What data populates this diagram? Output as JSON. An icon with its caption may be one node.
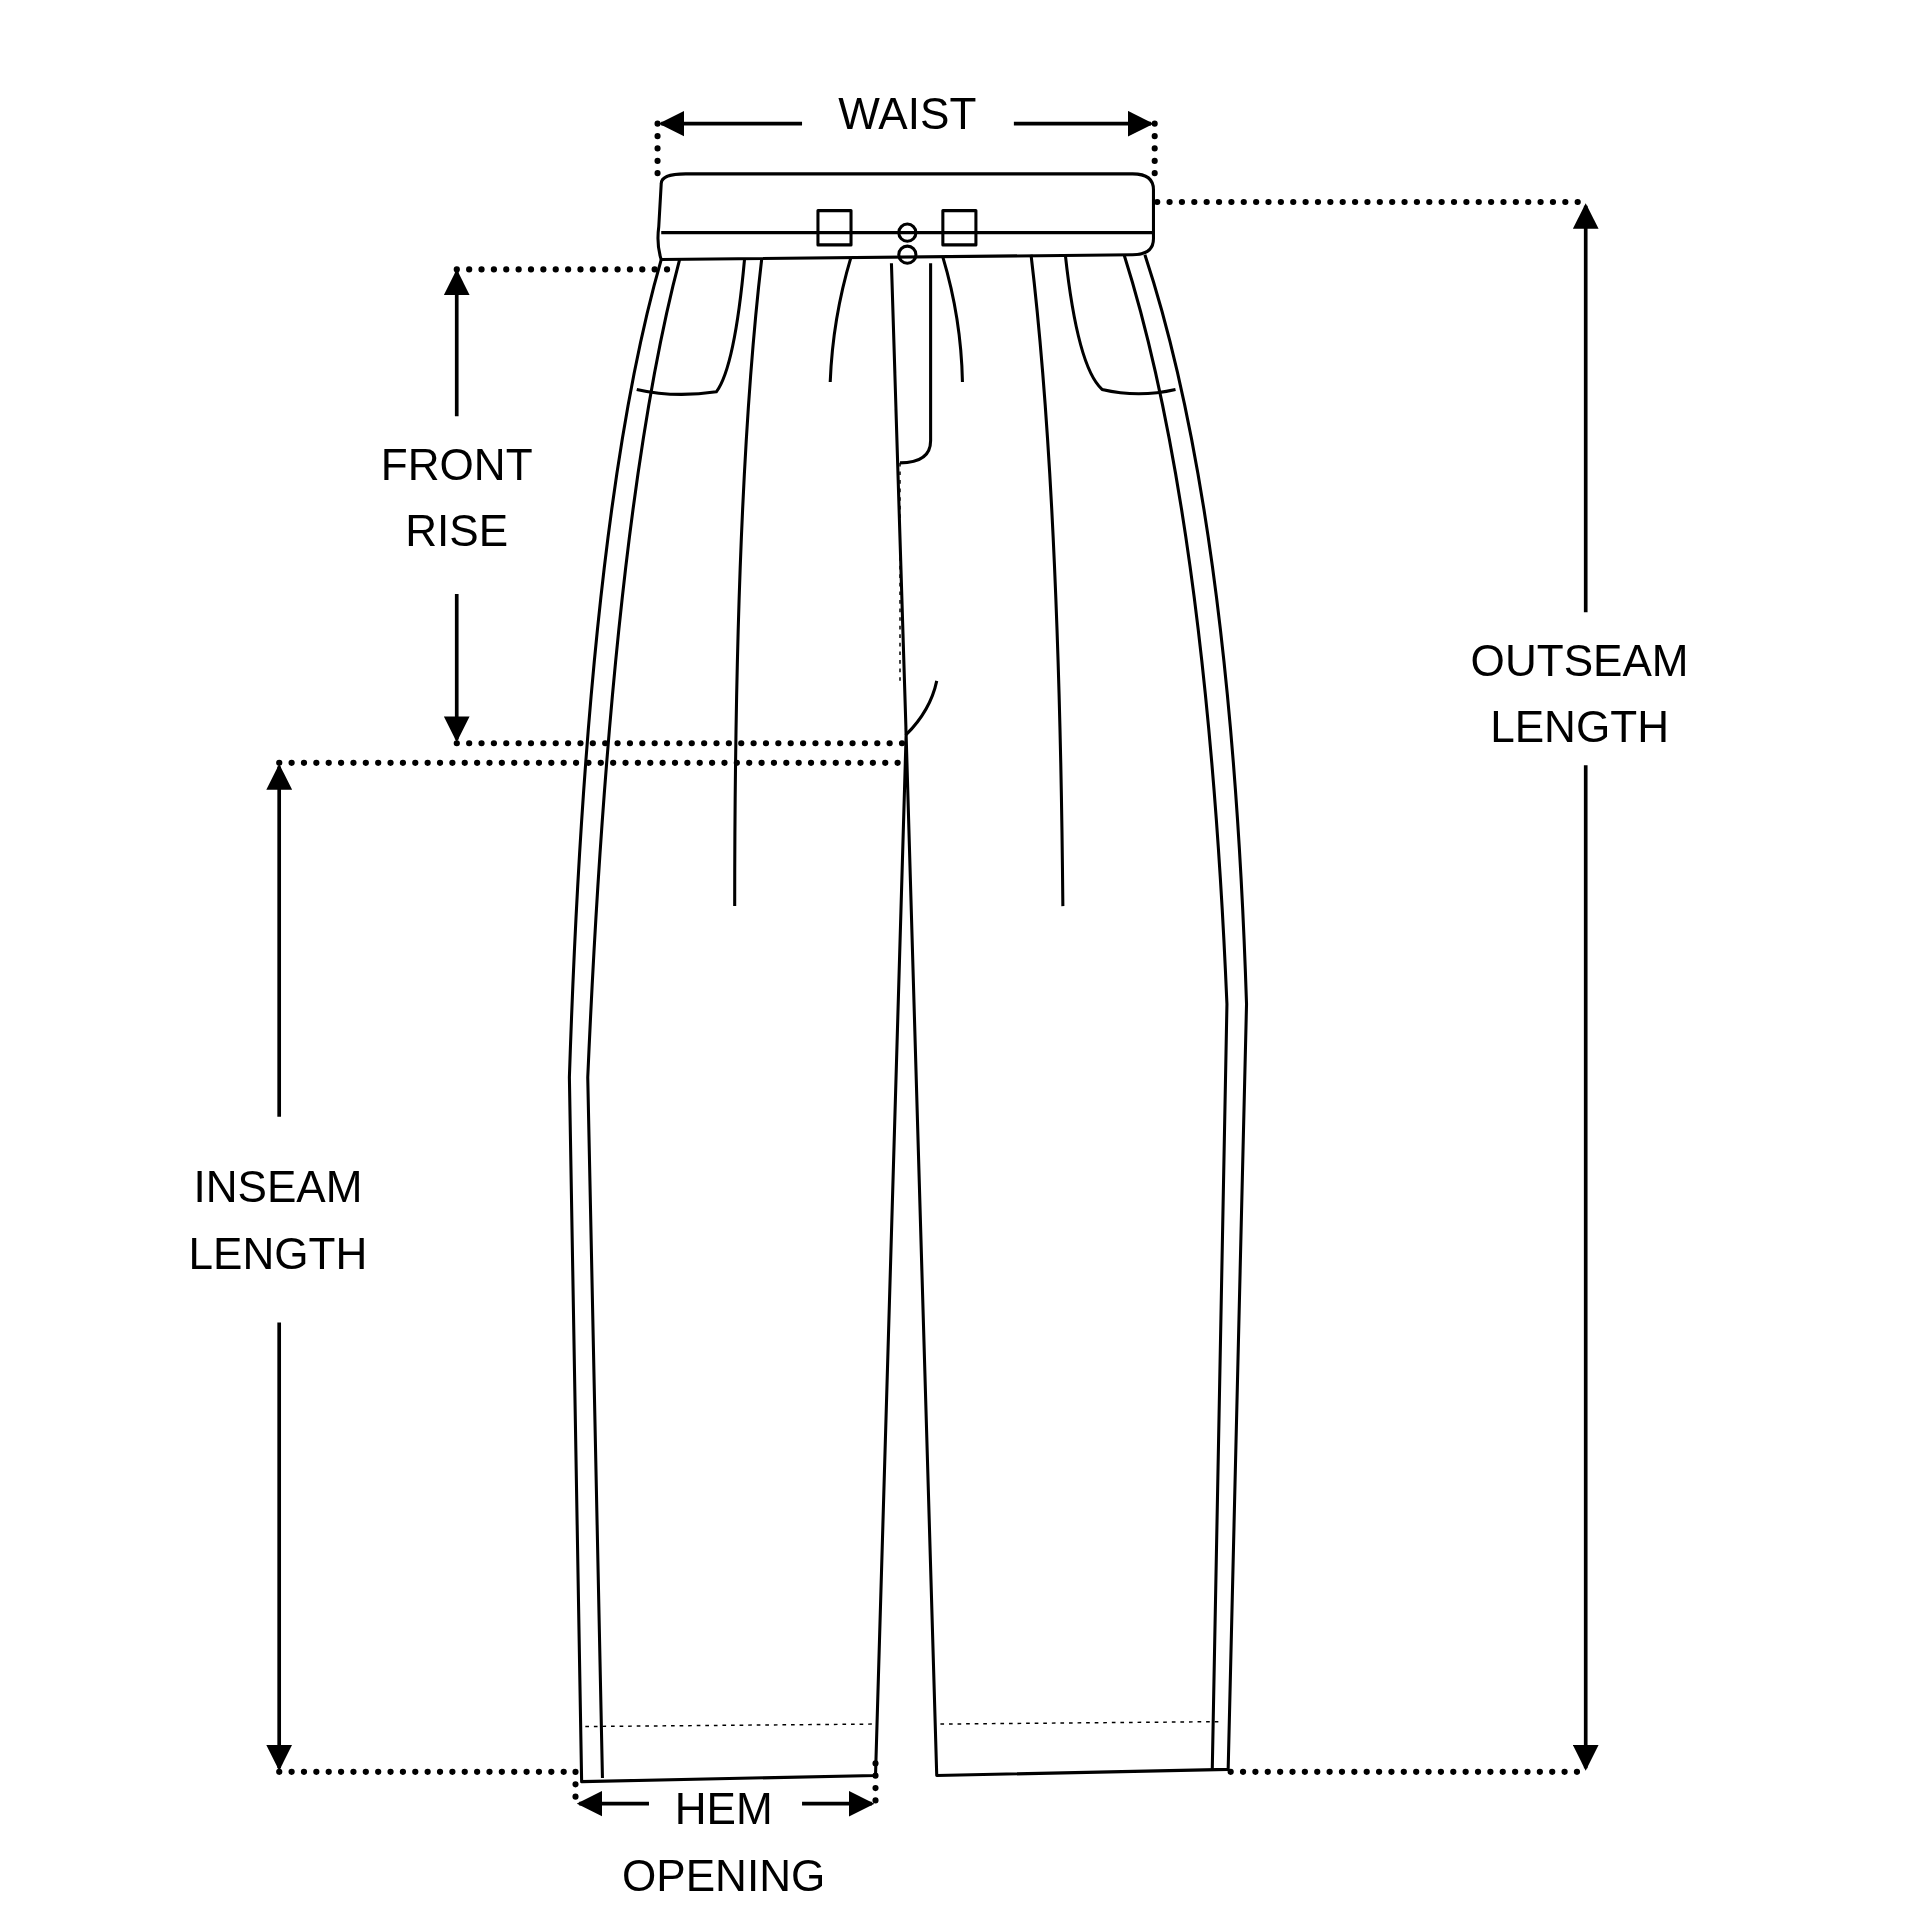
{
  "diagram": {
    "labels": [
      "WAIST",
      "FRONT RISE",
      "OUTSEAM LENGTH",
      "INSEAM LENGTH",
      "HEM OPENING"
    ]
  }
}
